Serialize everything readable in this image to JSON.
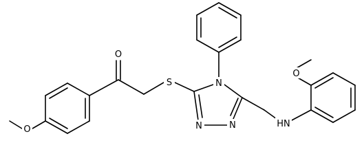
{
  "structure": {
    "atoms": {
      "o_methoxy_left": "O",
      "o_carbonyl": "O",
      "s_thioether": "S",
      "n_triazole_4": "N",
      "n_triazole_1": "N",
      "n_triazole_2": "N",
      "nh_amine": "HN",
      "o_methoxy_right": "O"
    }
  }
}
